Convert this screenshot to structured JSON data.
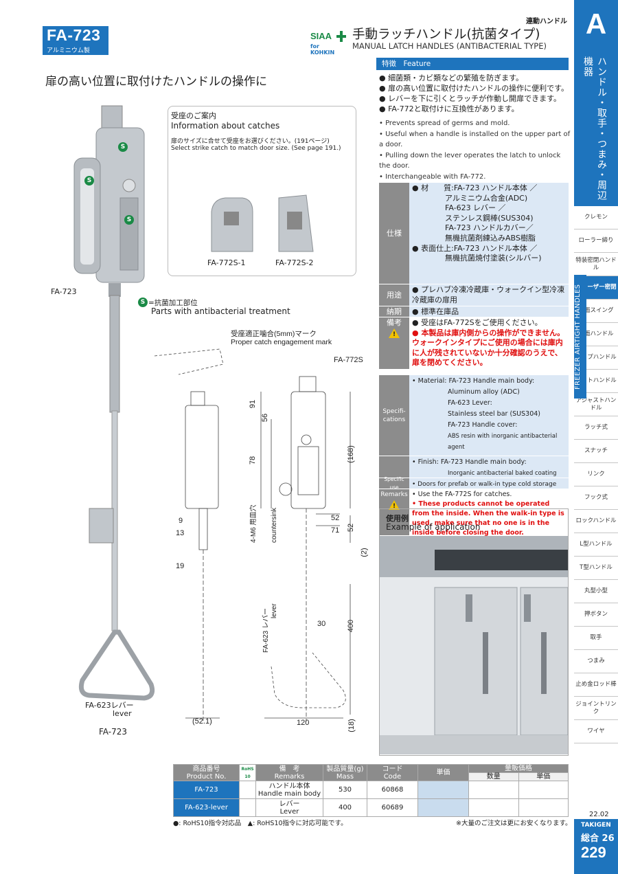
{
  "header": {
    "product_code": "FA-723",
    "material_sub": "アルミニウム製",
    "siaa_top": "SIAA",
    "siaa_bottom": "for KOHKIN",
    "category": "連動ハンドル",
    "title_jp": "手動ラッチハンドル(抗菌タイプ)",
    "title_en": "MANUAL LATCH HANDLES (ANTIBACTERIAL TYPE)"
  },
  "sidebar": {
    "letter": "A",
    "vertical_title": "ハンドル・取手・つまみ・周辺機器",
    "band_text": "FREEZER AIRTIGHT HANDLES",
    "items": [
      {
        "label": "クレモン",
        "active": false
      },
      {
        "label": "ローラー締り",
        "active": false
      },
      {
        "label": "特装密閉ハンドル",
        "active": false
      },
      {
        "label": "フリーザー密閉",
        "active": true
      },
      {
        "label": "平面スイング",
        "active": false
      },
      {
        "label": "平面ハンドル",
        "active": false
      },
      {
        "label": "ポップハンドル",
        "active": false
      },
      {
        "label": "リフトハンドル",
        "active": false
      },
      {
        "label": "アジャストハンドル",
        "active": false
      },
      {
        "label": "ラッチ式",
        "active": false
      },
      {
        "label": "スナッチ",
        "active": false
      },
      {
        "label": "リンク",
        "active": false
      },
      {
        "label": "フック式",
        "active": false
      },
      {
        "label": "ロックハンドル",
        "active": false
      },
      {
        "label": "L型ハンドル",
        "active": false
      },
      {
        "label": "T型ハンドル",
        "active": false
      },
      {
        "label": "丸型小型",
        "active": false
      },
      {
        "label": "押ボタン",
        "active": false
      },
      {
        "label": "取手",
        "active": false
      },
      {
        "label": "つまみ",
        "active": false
      },
      {
        "label": "止め金ロッド棒",
        "active": false
      },
      {
        "label": "ジョイントリンク",
        "active": false
      },
      {
        "label": "ワイヤ",
        "active": false
      }
    ]
  },
  "main": {
    "heading": "扉の高い位置に取付けたハンドルの操作に",
    "label_fa723": "FA-723",
    "label_lever_jp": "FA-623レバー",
    "label_lever_en": "lever",
    "label_caption": "FA-723",
    "s_mark": "S",
    "s_legend_jp": "=抗菌加工部位",
    "s_legend_en": "Parts with antibacterial treatment"
  },
  "catch": {
    "title_jp": "受座のご案内",
    "title_en": "Information about catches",
    "note_jp": "扉のサイズに合せて受座をお選びください。(191ページ)",
    "note_en": "Select strike catch to match door size. (See page 191.)",
    "item1": "FA-772S-1",
    "item2": "FA-772S-2"
  },
  "drawing": {
    "mark_jp": "受座適正噛合(5mm)マーク",
    "mark_en": "Proper catch engagement mark",
    "catch_label": "FA-772S",
    "countersink_jp": "4-M6 用皿穴",
    "countersink_en": "countersink",
    "lever_jp": "FA-623 レバー",
    "lever_en": "lever",
    "d91": "91",
    "d56": "56",
    "d78": "78",
    "d168": "(168)",
    "d9": "9",
    "d13": "13",
    "d19": "19",
    "d52a": "52",
    "d71": "71",
    "d52b": "52",
    "d2": "(2)",
    "d30": "30",
    "d400": "400",
    "d521": "(52.1)",
    "d120": "120",
    "d18": "(18)"
  },
  "feature": {
    "head": "特徴　Feature",
    "jp": [
      "細菌類・カビ類などの繁殖を防ぎます。",
      "扉の高い位置に取付けたハンドルの操作に便利です。",
      "レバーを下に引くとラッチが作動し開扉できます。",
      "FA-772と取付けに互換性があります。"
    ],
    "en": [
      "Prevents spread of germs and mold.",
      "Useful when a handle is installed on the upper part of a door.",
      "Pulling down the lever operates the latch to unlock the door.",
      "Interchangeable with FA-772."
    ]
  },
  "spec": {
    "th_spec": "仕様",
    "mat_label": "材　　質:",
    "mat_lines": [
      "FA-723 ハンドル本体 ／",
      "アルミニウム合金(ADC)",
      "FA-623 レバー ／",
      "ステンレス鋼棒(SUS304)",
      "FA-723 ハンドルカバー／",
      "無機抗菌剤練込みABS樹脂"
    ],
    "fin_label": "表面仕上:",
    "fin_lines": [
      "FA-723 ハンドル本体 ／",
      "無機抗菌焼付塗装(シルバー)"
    ],
    "th_use": "用途",
    "use": "プレハブ冷凍冷蔵庫・ウォークイン型冷凍冷蔵庫の扉用",
    "th_delivery": "納期",
    "delivery": "標準在庫品",
    "th_remarks": "備考",
    "remark1": "受座はFA-772Sをご使用ください。",
    "remark2": "本製品は庫内側からの操作ができません。ウォークインタイプにご使用の場合には庫内に人が残されていないか十分確認のうえで、扉を閉めてください。",
    "th_spec_en": "Specifi-cations",
    "mat_en_label": "Material:",
    "mat_en_lines": [
      "FA-723 Handle main body:",
      "Aluminum alloy (ADC)",
      "FA-623 Lever:",
      "Stainless steel bar (SUS304)",
      "FA-723 Handle cover:",
      "ABS resin with inorganic antibacterial agent"
    ],
    "fin_en_label": "Finish:",
    "fin_en_lines": [
      "FA-723 Handle main body:",
      "Inorganic antibacterial baked coating (silver)"
    ],
    "th_use_en": "Specific use",
    "use_en": "Doors for prefab or walk-in type cold storage box",
    "th_remarks_en": "Remarks",
    "remark1_en": "Use the FA-772S for catches.",
    "remark2_en": "These products cannot be operated from the inside. When the walk-in type is used, make sure that no one is in the inside before closing the door.",
    "warn": "!"
  },
  "app": {
    "title_jp": "使用例",
    "title_en": "Example of application"
  },
  "table": {
    "h_pn_jp": "商品番号",
    "h_pn_en": "Product No.",
    "h_rohs": "RoHS",
    "h_rohs2": "10",
    "h_rem_jp": "備　考",
    "h_rem_en": "Remarks",
    "h_mass_jp": "製品質量(g)",
    "h_mass_en": "Mass",
    "h_code_jp": "コード",
    "h_code_en": "Code",
    "h_price": "単価",
    "h_bulk": "量販価格",
    "h_qty": "数量",
    "h_unit": "単価",
    "rows": [
      {
        "pn": "FA-723",
        "rem_jp": "ハンドル本体",
        "rem_en": "Handle main body",
        "mass": "530",
        "code": "60868"
      },
      {
        "pn": "FA-623-lever",
        "rem_jp": "レバー",
        "rem_en": "Lever",
        "mass": "400",
        "code": "60689"
      }
    ]
  },
  "footer": {
    "rohs_note": "●: RoHS10指令対応品　▲: RoHS10指令に対応可能です。",
    "bulk_note": "※大量のご注文は更にお安くなります。",
    "date": "22.02",
    "brand": "TAKIGEN",
    "general": "総合 26",
    "page": "229"
  },
  "colors": {
    "brand_blue": "#1e74bd",
    "green": "#1a8a46",
    "warning_red": "#e01010",
    "table_blue": "#dce8f5"
  }
}
